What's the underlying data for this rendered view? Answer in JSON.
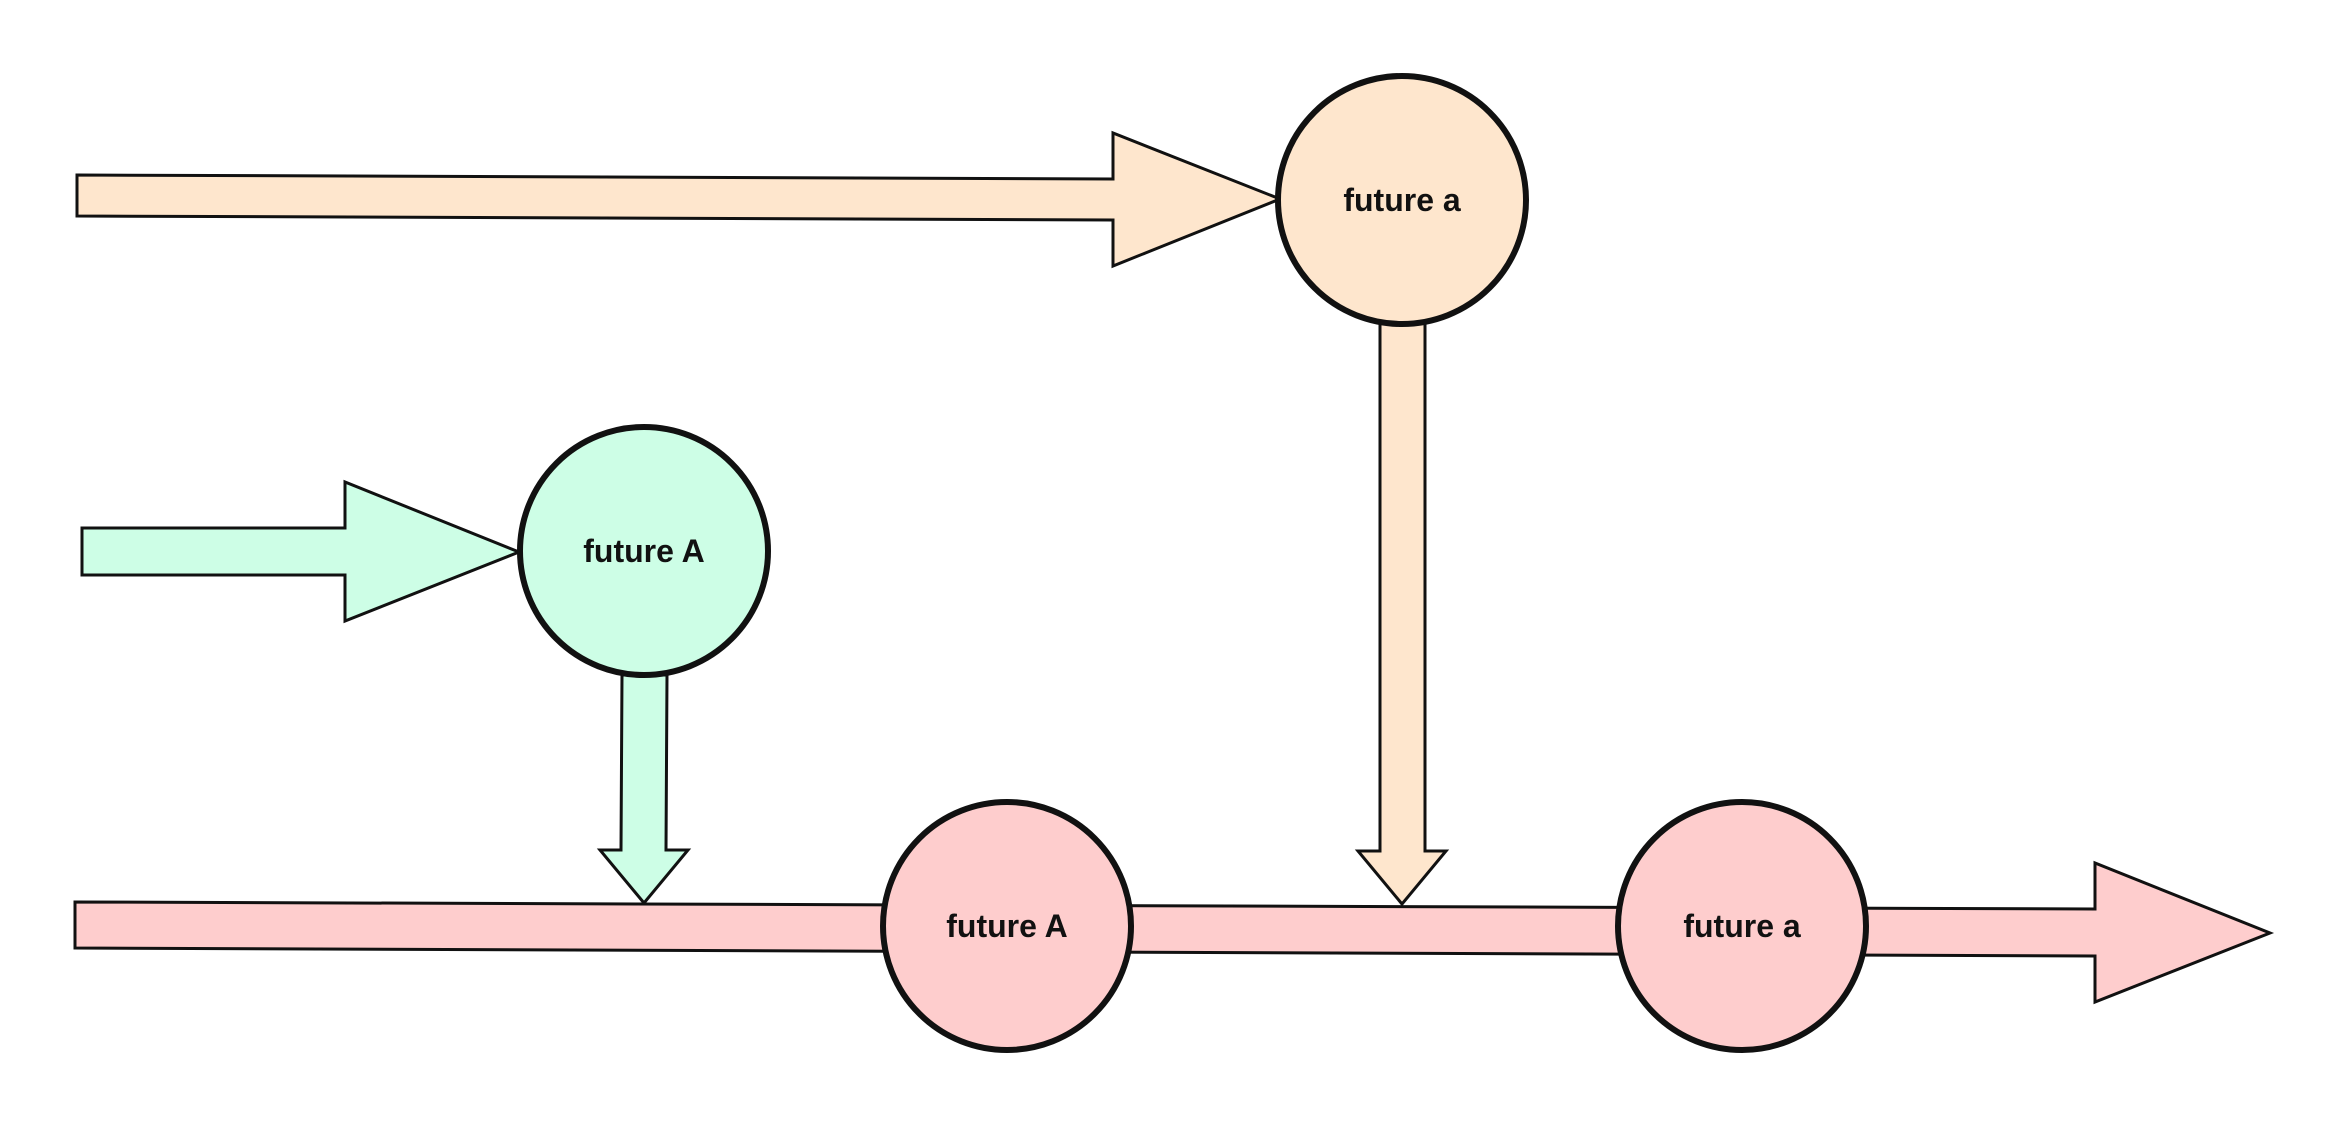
{
  "colors": {
    "upper_stream": "#fee6cd",
    "middle_stream": "#cdfee6",
    "lower_stream": "#fecdcd",
    "outline": "#111111",
    "background": "#ffffff"
  },
  "nodes": {
    "upper": {
      "label": "future a"
    },
    "middle": {
      "label": "future A"
    },
    "lower_first": {
      "label": "future A"
    },
    "lower_second": {
      "label": "future a"
    }
  }
}
